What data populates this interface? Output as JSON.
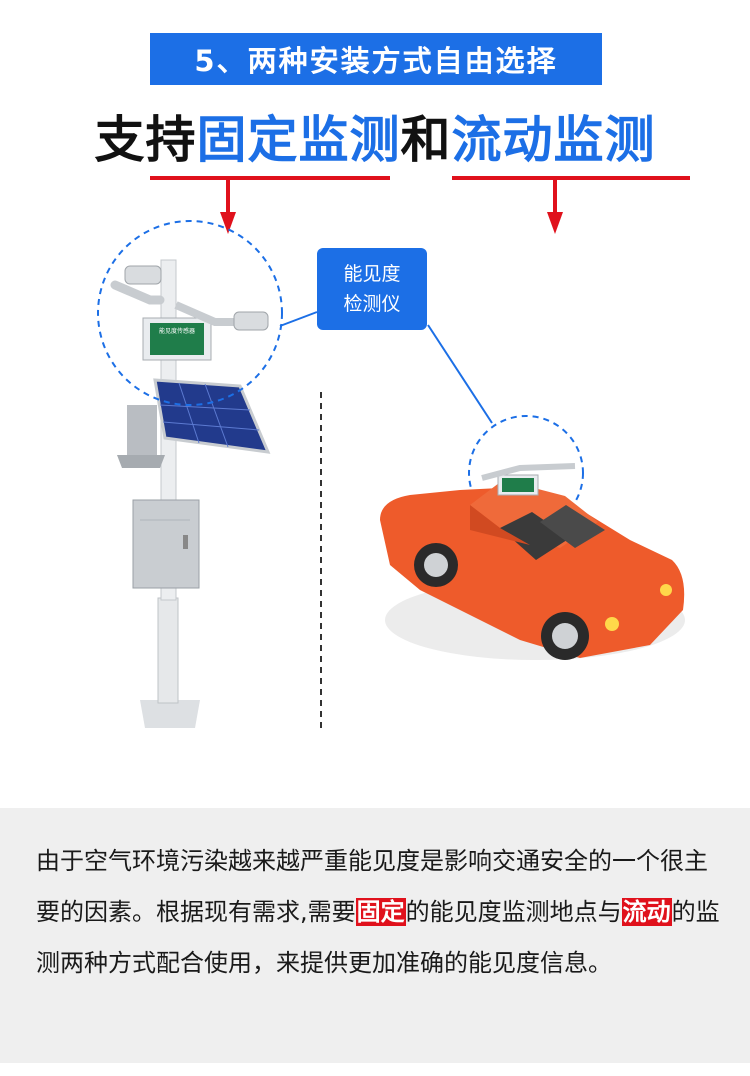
{
  "section_badge": "5、两种安装方式自由选择",
  "headline": {
    "part1": "支持",
    "fixed": "固定监测",
    "connector": "和",
    "mobile": "流动监测"
  },
  "callout": {
    "line1": "能见度",
    "line2": "检测仪"
  },
  "device_label": "能见度传感器",
  "description": {
    "seg1": "由于空气环境污染越来越严重能见度是影响交通安全的一个很主要的因素。根据现有需求,需要",
    "hl1": "固定",
    "seg2": "的能见度监测地点与",
    "hl2": "流动",
    "seg3": "的监测两种方式配合使用，来提供更加准确的能见度信息。"
  },
  "colors": {
    "blue": "#1c6fe6",
    "red": "#e0111c",
    "car": "#ee5b2b",
    "panel_bg": "#efefef"
  }
}
